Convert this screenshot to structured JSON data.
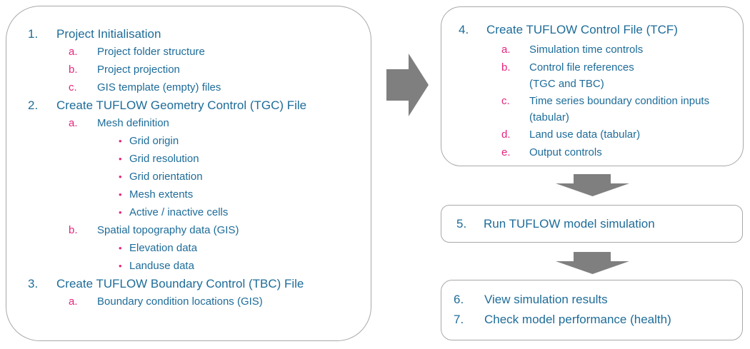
{
  "colors": {
    "text-blue": "#1E6C99",
    "marker-pink": "#E7247E",
    "arrow-gray": "#7F7F7F",
    "box-border": "#A8A8A8",
    "background": "#FFFFFF"
  },
  "glyphs": {
    "bullet": "•"
  },
  "left_panel": {
    "steps": [
      {
        "num": "1.",
        "title": "Project Initialisation",
        "subs": [
          {
            "marker": "a.",
            "label": "Project folder structure"
          },
          {
            "marker": "b.",
            "label": "Project projection"
          },
          {
            "marker": "c.",
            "label": "GIS template (empty) files"
          }
        ]
      },
      {
        "num": "2.",
        "title": "Create TUFLOW Geometry Control (TGC) File",
        "subs": [
          {
            "marker": "a.",
            "label": "Mesh definition",
            "bullets": [
              "Grid origin",
              "Grid resolution",
              "Grid orientation",
              "Mesh extents",
              "Active / inactive cells"
            ]
          },
          {
            "marker": "b.",
            "label": "Spatial topography data (GIS)",
            "bullets": [
              "Elevation data",
              "Landuse data"
            ]
          }
        ]
      },
      {
        "num": "3.",
        "title": "Create TUFLOW Boundary Control (TBC) File",
        "subs": [
          {
            "marker": "a.",
            "label": "Boundary condition locations (GIS)"
          }
        ]
      }
    ]
  },
  "tcf_panel": {
    "num": "4.",
    "title": "Create TUFLOW Control File (TCF)",
    "subs": [
      {
        "marker": "a.",
        "label": "Simulation time controls"
      },
      {
        "marker": "b.",
        "label": "Control file references",
        "label2": "(TGC and TBC)"
      },
      {
        "marker": "c.",
        "label": "Time series boundary condition inputs",
        "label2": "(tabular)"
      },
      {
        "marker": "d.",
        "label": "Land use data (tabular)"
      },
      {
        "marker": "e.",
        "label": "Output controls"
      }
    ]
  },
  "run_panel": {
    "num": "5.",
    "title": "Run TUFLOW model simulation"
  },
  "results_panel": {
    "items": [
      {
        "num": "6.",
        "title": "View simulation results"
      },
      {
        "num": "7.",
        "title": "Check model performance (health)"
      }
    ]
  }
}
